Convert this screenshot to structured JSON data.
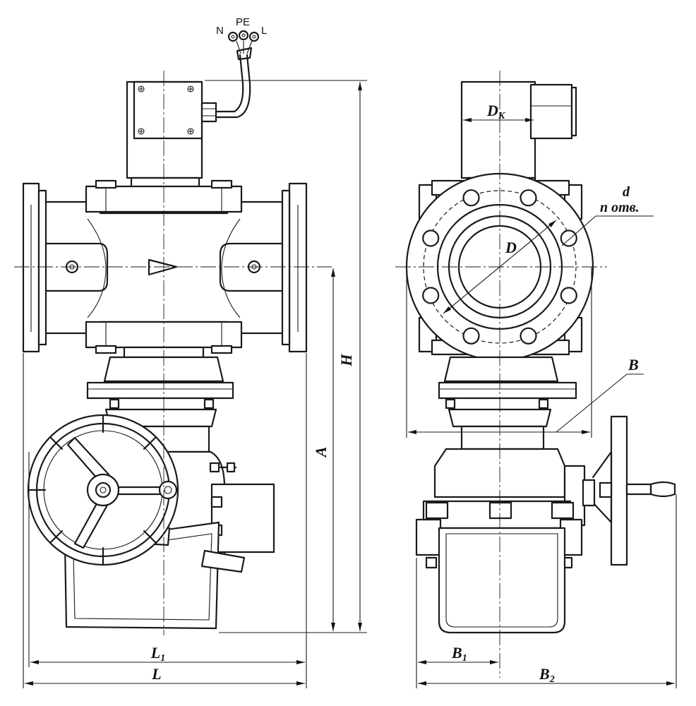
{
  "wire_labels": {
    "neutral": "N",
    "earth": "PE",
    "line": "L"
  },
  "dimensions": {
    "height": "H",
    "axis_height": "A",
    "length": "L",
    "length_1": {
      "main": "L",
      "sub": "1"
    },
    "width": "B",
    "width_1": {
      "main": "B",
      "sub": "1"
    },
    "width_2": {
      "main": "B",
      "sub": "2"
    },
    "bore": "D",
    "coil_diameter": {
      "main": "D",
      "sub": "K"
    },
    "hole_diameter": "d",
    "hole_count": "n отв."
  },
  "flow_arrow": "triangle-right-icon"
}
